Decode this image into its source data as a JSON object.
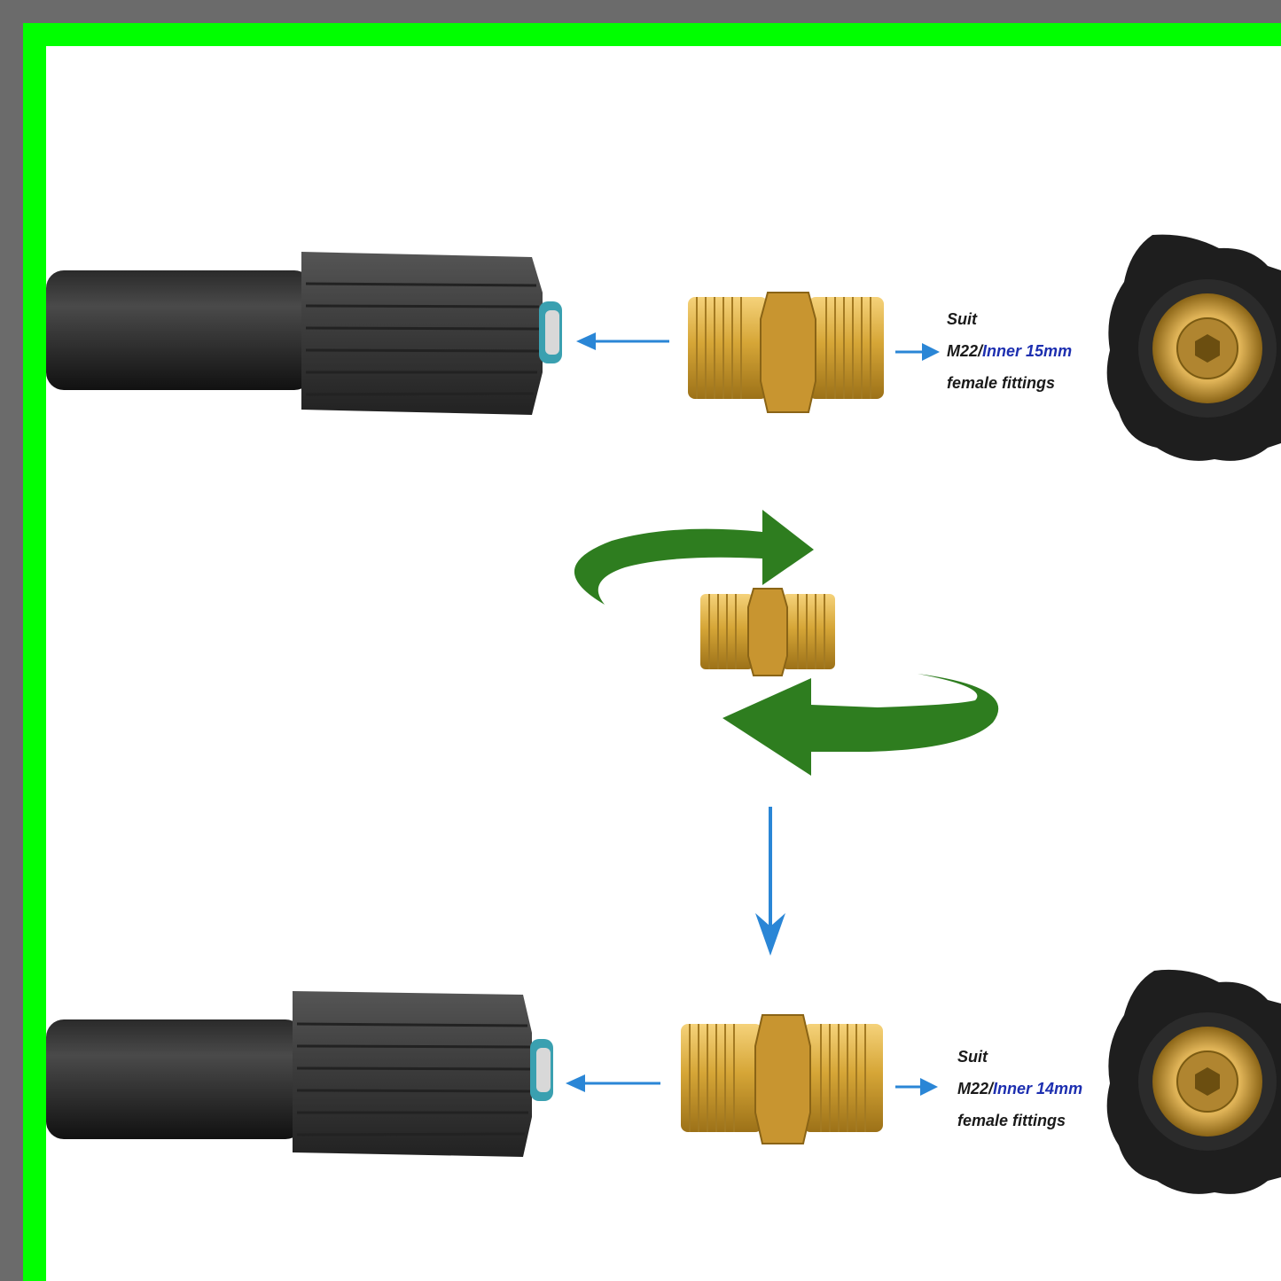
{
  "colors": {
    "gray_border": "#6b6b6b",
    "green_border": "#00ff00",
    "hose": "#1b1b1b",
    "nut": "#3a3a3a",
    "brass": "#d6a637",
    "arrow_blue": "#2a86d6",
    "rotate_green": "#2e7d1f",
    "label_blue": "#1d2fb0"
  },
  "top_label": {
    "line1": "Suit",
    "line2_prefix": "M22/",
    "line2_blue": "Inner 15mm",
    "line3": "female fittings"
  },
  "bottom_label": {
    "line1": "Suit",
    "line2_prefix": "M22/",
    "line2_blue": "Inner 14mm",
    "line3": "female fittings"
  },
  "icons": [
    "hose-end-icon",
    "brass-coupler-icon",
    "female-fitting-icon",
    "rotate-arrow-icon",
    "blue-arrow-icon"
  ]
}
